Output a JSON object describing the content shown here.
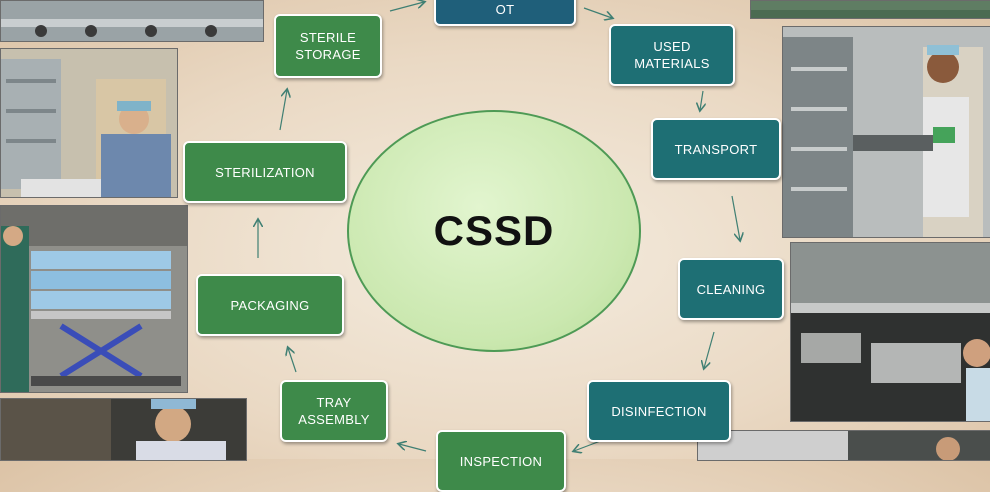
{
  "center_label": "CSSD",
  "nodes": {
    "ot": "OT",
    "used_materials": "USED\nMATERIALS",
    "transport": "TRANSPORT",
    "cleaning": "CLEANING",
    "disinfection": "DISINFECTION",
    "inspection": "INSPECTION",
    "tray_assembly": "TRAY\nASSEMBLY",
    "packaging": "PACKAGING",
    "sterilization": "STERILIZATION",
    "sterile_storage": "STERILE\nSTORAGE"
  },
  "colors": {
    "green_box": "#3e8a4a",
    "teal_box": "#1e6f74",
    "arrow": "#3f7f73",
    "center_fill": "#cbe8b0"
  }
}
